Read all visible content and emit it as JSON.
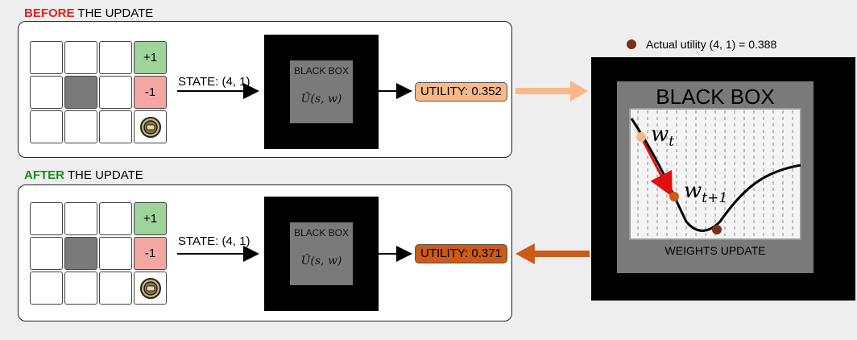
{
  "before": {
    "keyword": "BEFORE",
    "rest": " THE UPDATE",
    "keyword_color": "#e0201a",
    "utility": "UTILITY: 0.352"
  },
  "after": {
    "keyword": "AFTER",
    "rest": " THE UPDATE",
    "keyword_color": "#1a8a1a",
    "utility": "UTILITY: 0.371"
  },
  "state_label": "STATE: (4, 1)",
  "grid": {
    "goal_label": "+1",
    "pit_label": "-1",
    "agent_icon": "robot-icon"
  },
  "black_box": {
    "title": "BLACK BOX",
    "formula": "Û(s, w)"
  },
  "big_black_box": {
    "title": "BLACK BOX",
    "subtitle": "WEIGHTS UPDATE"
  },
  "legend": {
    "text": "Actual utility (4, 1) = 0.388"
  },
  "weights": {
    "w_t": "w",
    "w_t_sub": "t",
    "w_t1": "w",
    "w_t1_sub": "t+1"
  },
  "colors": {
    "light_orange": "#f8b98a",
    "dark_orange": "#cc5a18",
    "brown": "#7a3010",
    "red_arrow": "#e01010"
  }
}
